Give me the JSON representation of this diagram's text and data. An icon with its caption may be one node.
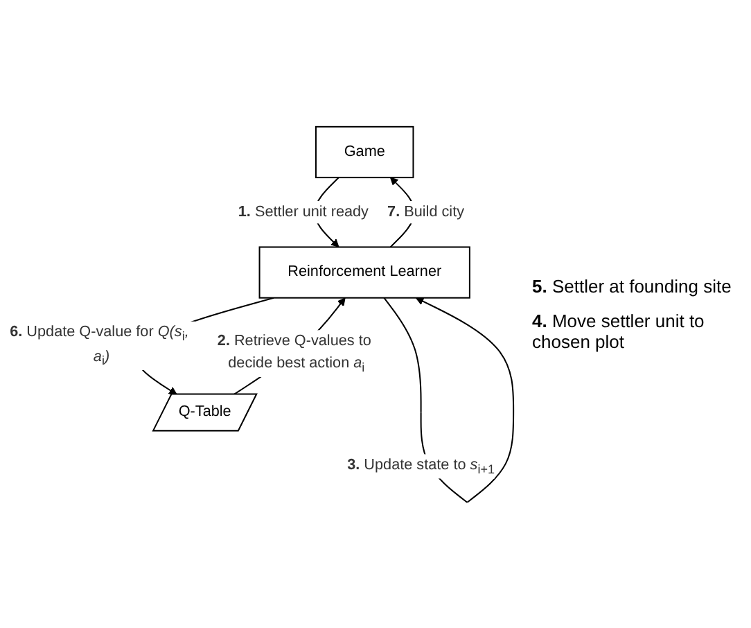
{
  "diagram": {
    "nodes": [
      {
        "text": [
          "Game"
        ]
      },
      {
        "text": [
          "Reinforcement Learner"
        ]
      },
      {
        "text": [
          "Q-Table"
        ]
      }
    ],
    "edges": [
      {
        "from": 0,
        "to": 1,
        "arrow": "to",
        "label": "**1.** Settler unit ready"
      },
      {
        "from": 1,
        "to": 0,
        "arrow": "to",
        "label": "**7.** Build city"
      },
      {
        "from": 1,
        "to": 1,
        "arrow": "to",
        "label": "**3.** Update state to *s*$_{i+1}$"
      },
      {
        "from": 1,
        "to": 2,
        "arrow": "to",
        "label": "**6.** Update Q-value for *Q(s*$_{i}$*, a*$_{i}$*)*"
      },
      {
        "from": 2,
        "to": 1,
        "arrow": "to",
        "label": "**2.** Retrieve Q-values to decide best action *a*$_{i}$"
      }
    ],
    "labels": [
      "**5.** Settler at founding site",
      "**4.** Move settler unit to chosen plot"
    ]
  }
}
